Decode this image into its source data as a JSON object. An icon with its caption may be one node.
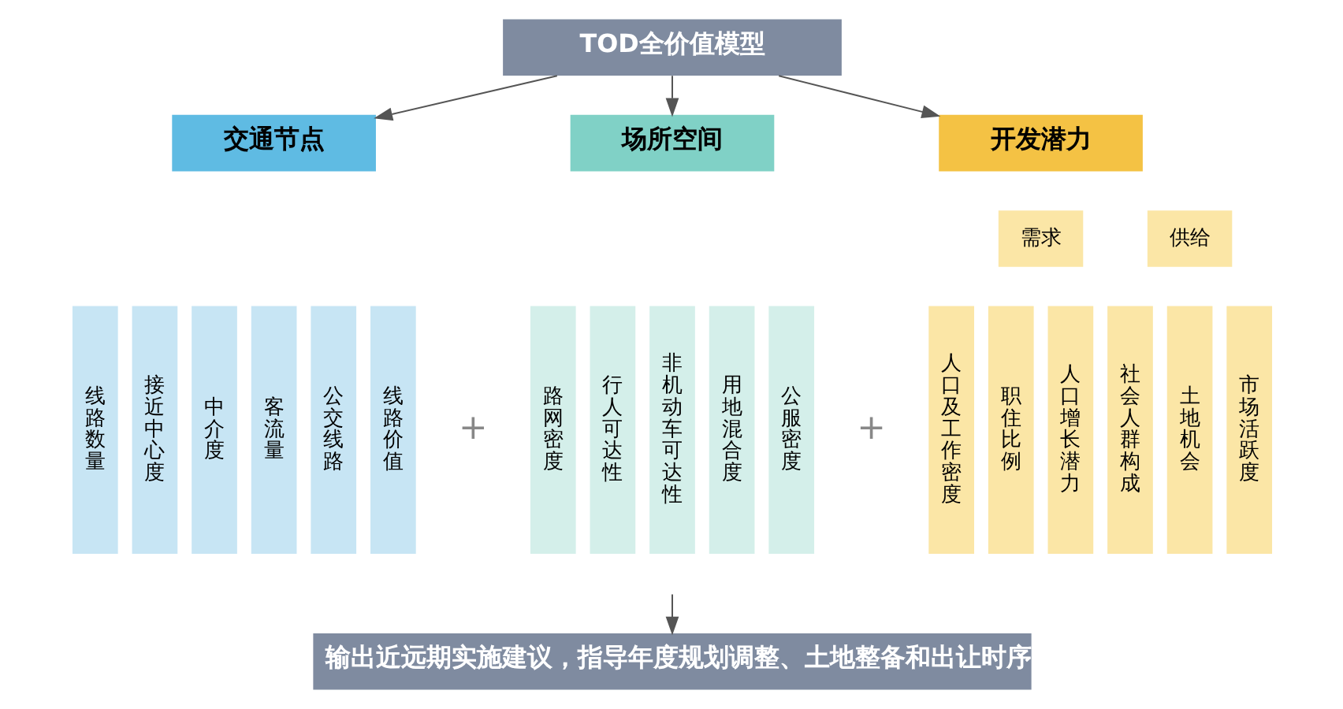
{
  "diagram": {
    "nodes": [
      {
        "text": [
          "TOD全价值模型"
        ]
      },
      {
        "text": [
          "交通节点"
        ]
      },
      {
        "text": [
          "场所空间"
        ]
      },
      {
        "text": [
          "开发潜力"
        ]
      },
      {
        "text": [
          "线路数量"
        ]
      },
      {
        "text": [
          "接近中心度"
        ]
      },
      {
        "text": [
          "中介度"
        ]
      },
      {
        "text": [
          "客流量"
        ]
      },
      {
        "text": [
          "公交线路"
        ]
      },
      {
        "text": [
          "线路价值"
        ]
      },
      {
        "text": [
          "路网密度"
        ]
      },
      {
        "text": [
          "行人可达性"
        ]
      },
      {
        "text": [
          "非机动车可达性"
        ]
      },
      {
        "text": [
          "用地混合度"
        ]
      },
      {
        "text": [
          "公服密度"
        ]
      },
      {
        "text": [
          "需求"
        ]
      },
      {
        "text": [
          "供给"
        ]
      },
      {
        "text": [
          "人口及工作密度"
        ]
      },
      {
        "text": [
          "职住比例"
        ]
      },
      {
        "text": [
          "人口增长潜力"
        ]
      },
      {
        "text": [
          "社会人群构成"
        ]
      },
      {
        "text": [
          "土地机会"
        ]
      },
      {
        "text": [
          "市场活跃度"
        ]
      },
      {
        "text": [
          "输出近远期实施建议，指导年度规划调整、土地整备和出让时序"
        ]
      }
    ],
    "edges": [
      {
        "from": 0,
        "to": 1,
        "arrow": "to"
      },
      {
        "from": 0,
        "to": 2,
        "arrow": "to"
      },
      {
        "from": 0,
        "to": 3,
        "arrow": "to"
      },
      {
        "from": null,
        "to": 23,
        "arrow": "to"
      }
    ],
    "labels": [
      "+",
      "+"
    ]
  }
}
